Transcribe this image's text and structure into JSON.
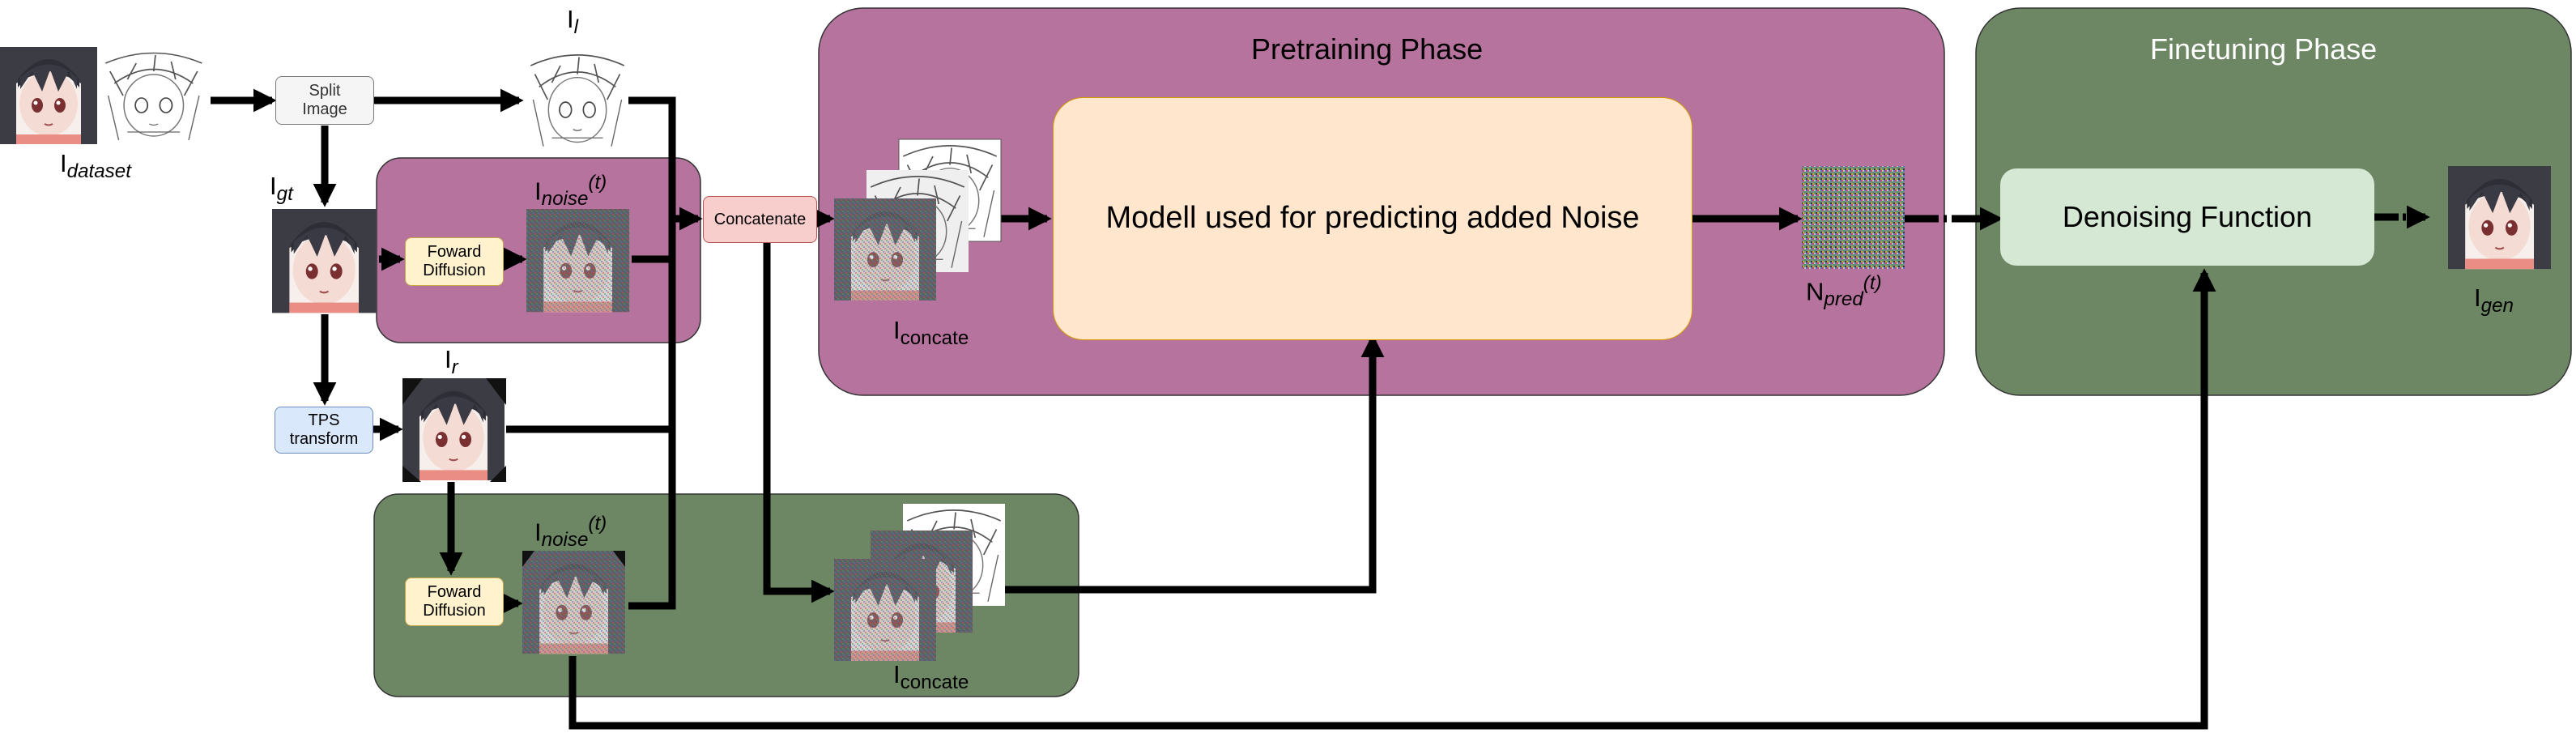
{
  "phases": {
    "pretraining_title": "Pretraining Phase",
    "finetuning_title": "Finetuning Phase"
  },
  "blocks": {
    "split_image": "Split\nImage",
    "foward_diffusion_top": "Foward\nDiffusion",
    "foward_diffusion_bottom": "Foward\nDiffusion",
    "tps_transform": "TPS\ntransform",
    "concatenate": "Concatenate",
    "model": "Modell used for predicting added Noise",
    "denoising": "Denoising Function"
  },
  "labels": {
    "dataset": {
      "base": "I",
      "sub": "dataset"
    },
    "sketch": {
      "base": "I",
      "sub": "l"
    },
    "gt": {
      "base": "I",
      "sub": "gt"
    },
    "noise_top": {
      "base": "I",
      "sub": "noise",
      "sup": "(t)"
    },
    "transformed": {
      "base": "I",
      "sub": "r"
    },
    "noise_bottom": {
      "base": "I",
      "sub": "noise",
      "sup": "(t)"
    },
    "concat_top": {
      "base": "I",
      "sub": "concate"
    },
    "concat_bottom": {
      "base": "I",
      "sub": "concate"
    },
    "npred": {
      "base": "N",
      "sub": "pred",
      "sup": "(t)"
    },
    "gen": {
      "base": "I",
      "sub": "gen"
    }
  },
  "colors": {
    "purple_region": "#b5739d",
    "green_region": "#6d8764",
    "model_fill": "#ffe6cc",
    "denoise_fill": "#d5e8d4",
    "concat_fill": "#f8cecc",
    "diffusion_fill": "#fff2cc",
    "tps_fill": "#dae8fc",
    "split_fill": "#f5f5f5"
  }
}
